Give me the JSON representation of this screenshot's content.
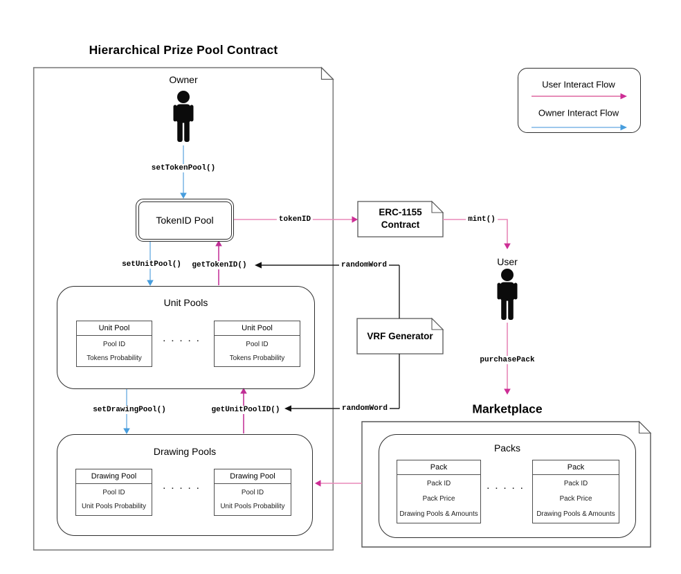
{
  "diagram": {
    "title": "Hierarchical Prize Pool Contract",
    "actors": {
      "owner": "Owner",
      "user": "User"
    },
    "nodes": {
      "token_pool": "TokenID Pool",
      "erc1155_line1": "ERC-1155",
      "erc1155_line2": "Contract",
      "vrf": "VRF Generator",
      "marketplace": "Marketplace",
      "unit_pools": "Unit Pools",
      "drawing_pools": "Drawing Pools",
      "packs": "Packs"
    },
    "edges": {
      "set_token_pool": "setTokenPool()",
      "token_id": "tokenID",
      "mint": "mint()",
      "purchase_pack": "purchasePack",
      "set_unit_pool": "setUnitPool()",
      "get_token_id": "getTokenID()",
      "set_drawing_pool": "setDrawingPool()",
      "get_unit_pool_id": "getUnitPoolID()",
      "random_word": "randomWord"
    },
    "tables": {
      "unit_pool": {
        "header": "Unit Pool",
        "rows": [
          "Pool ID",
          "Tokens Probability"
        ]
      },
      "drawing_pool": {
        "header": "Drawing Pool",
        "rows": [
          "Pool ID",
          "Unit Pools Probability"
        ]
      },
      "pack": {
        "header": "Pack",
        "rows": [
          "Pack ID",
          "Pack Price",
          "Drawing Pools & Amounts"
        ]
      }
    },
    "ellipsis": ". . . . .",
    "legend": {
      "user_flow": "User Interact Flow",
      "owner_flow": "Owner Interact Flow"
    },
    "colors": {
      "user_flow_line": "#e889b8",
      "user_flow_arrow": "#cd2d95",
      "owner_flow_line": "#8fc1e9",
      "owner_flow_arrow": "#479ddd",
      "magenta_call": "#c8419f",
      "black_line": "#1f1f1f"
    }
  }
}
